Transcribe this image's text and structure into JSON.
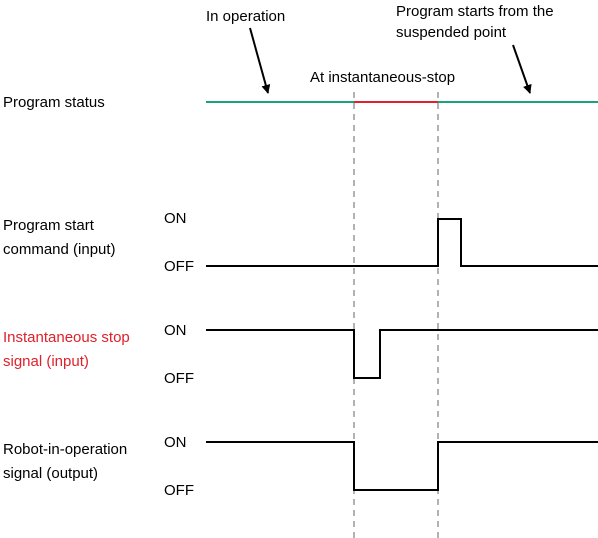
{
  "colors": {
    "running": "#1aa37a",
    "stopped": "#e0202a",
    "signal": "#000000",
    "guide": "#999999",
    "highlight_label": "#e0202a"
  },
  "annotations": {
    "in_operation": "In operation",
    "restart_line1": "Program starts from the",
    "restart_line2": "suspended point",
    "instant_stop": "At instantaneous-stop"
  },
  "rows": {
    "program_status": {
      "label": "Program status"
    },
    "start_command": {
      "label_line1": "Program start",
      "label_line2": "command (input)",
      "on": "ON",
      "off": "OFF"
    },
    "stop_signal": {
      "label_line1": "Instantaneous stop",
      "label_line2": "signal (input)",
      "on": "ON",
      "off": "OFF"
    },
    "robot_operation": {
      "label_line1": "Robot-in-operation",
      "label_line2": "signal (output)",
      "on": "ON",
      "off": "OFF"
    }
  }
}
